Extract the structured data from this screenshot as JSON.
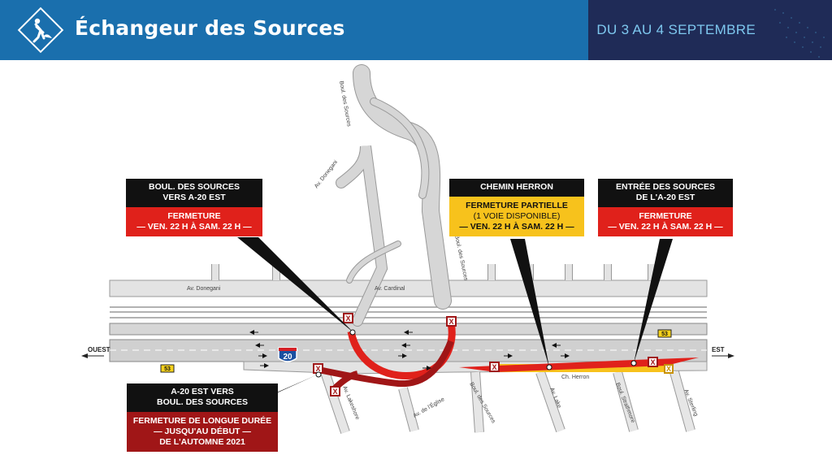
{
  "header": {
    "title": "Échangeur des Sources",
    "date": "DU 3 AU 4 SEPTEMBRE",
    "icon": "roadwork-icon",
    "colors": {
      "primary": "#1a6fad",
      "accent": "#1f2b57",
      "date_text": "#7ec8ef"
    }
  },
  "map": {
    "streets": {
      "boul_sources": "Boul. des Sources",
      "donegani_diag": "Av. Donegani",
      "donegani": "Av. Donegani",
      "cardinal": "Av. Cardinal",
      "herron": "Ch. Herron",
      "eglise": "Av. de l'Église",
      "lakeshore": "Av. Lakeshore",
      "lake": "Av. Lake",
      "strathmore": "Boul. Strathmore",
      "sterling": "Av. Sterling"
    },
    "directions": {
      "west": "OUEST",
      "east": "EST"
    },
    "shields": {
      "a20": "20",
      "r53_left": "53",
      "r53_right": "53"
    },
    "closure_marker": "X",
    "colors": {
      "closure": "#e0211b",
      "partial": "#f7c21c",
      "road": "#d2d2d2"
    }
  },
  "callouts": {
    "sources_to_a20": {
      "header": [
        "BOUL. DES SOURCES",
        "VERS A-20 EST"
      ],
      "status": "FERMETURE",
      "period": "— VEN. 22 H À SAM. 22 H —"
    },
    "herron": {
      "header": [
        "CHEMIN HERRON"
      ],
      "status": "FERMETURE PARTIELLE",
      "detail": "(1 VOIE DISPONIBLE)",
      "period": "— VEN. 22 H À SAM. 22 H —"
    },
    "entrance": {
      "header": [
        "ENTRÉE DES SOURCES",
        "DE L'A-20 EST"
      ],
      "status": "FERMETURE",
      "period": "— VEN. 22 H À SAM. 22 H —"
    },
    "a20_to_sources": {
      "header": [
        "A-20 EST VERS",
        "BOUL. DES SOURCES"
      ],
      "status": [
        "FERMETURE DE LONGUE DURÉE",
        "— JUSQU'AU DÉBUT —",
        "DE L'AUTOMNE 2021"
      ]
    }
  }
}
